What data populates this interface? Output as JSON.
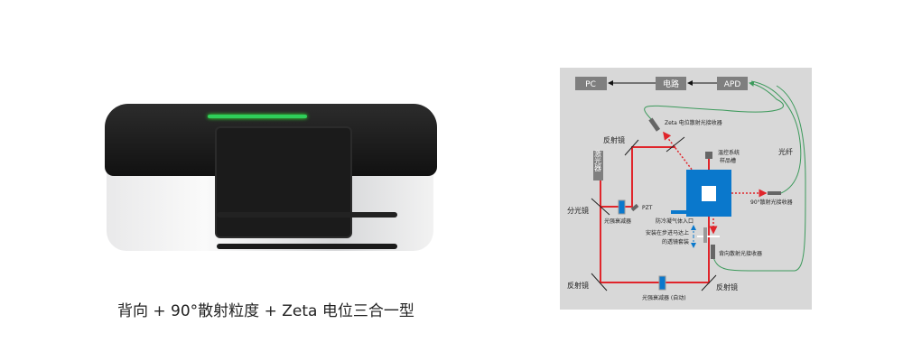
{
  "caption": "背向 + 90°散射粒度 + Zeta 电位三合一型",
  "diagram": {
    "boxes": {
      "pc": "PC",
      "circuit": "电路",
      "apd": "APD"
    },
    "labels": {
      "zeta_receiver": "Zeta 电位散射光接收器",
      "mirror_top": "反射镜",
      "laser": "激光器",
      "temp_cell_1": "温控系统",
      "temp_cell_2": "样品槽",
      "fiber": "光纤",
      "splitter": "分光镜",
      "attenuator": "光强衰减器",
      "pzt": "PZT",
      "receiver_90": "90°散射光接收器",
      "anti_condense": "防冷凝气体入口",
      "lens_1": "安装在步进马达上",
      "lens_2": "的透镜套装",
      "back_receiver": "背向散射光接收器",
      "mirror_bl": "反射镜",
      "mirror_br": "反射镜",
      "attenuator_auto": "光强衰减器 (自动)"
    },
    "colors": {
      "panel": "#d8d8d8",
      "box": "#7f7f7f",
      "laser": "#e0252b",
      "fiber": "#3d9a5c",
      "cell": "#0a78cc"
    }
  }
}
